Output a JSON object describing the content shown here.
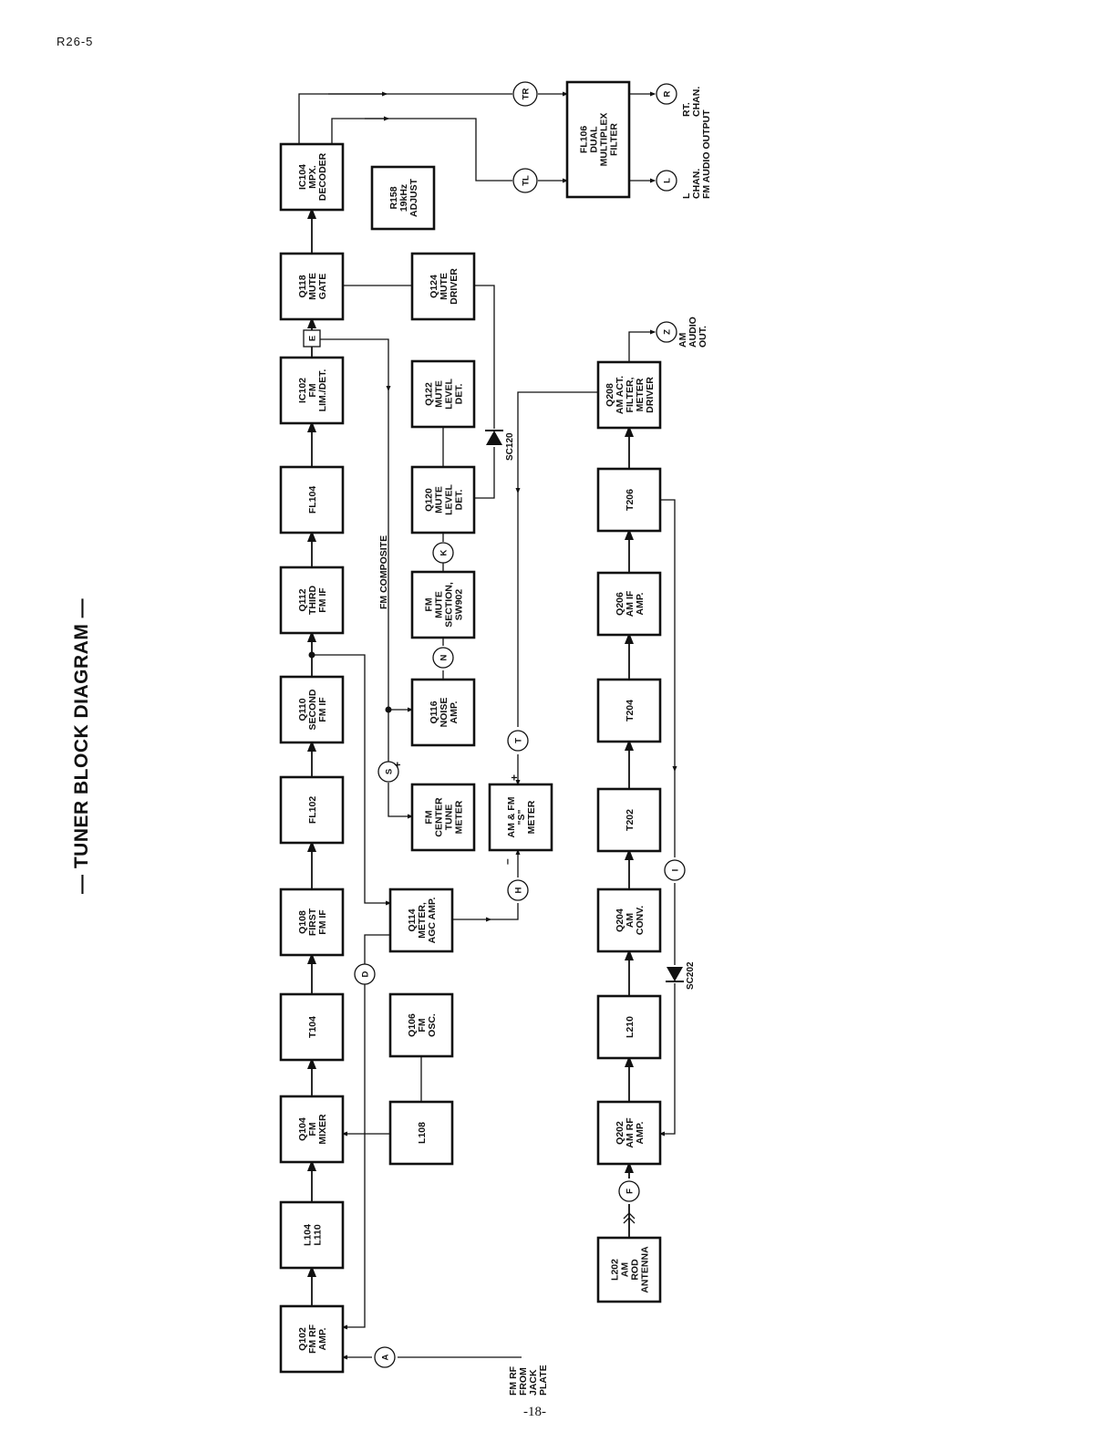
{
  "header": {
    "code": "R26-5"
  },
  "title": "— TUNER BLOCK DIAGRAM —",
  "footer": {
    "page": "-18-"
  },
  "blocks": {
    "q102": [
      "Q102",
      "FM RF",
      "AMP."
    ],
    "l104": [
      "L104",
      "L110"
    ],
    "q104": [
      "Q104",
      "FM",
      "MIXER"
    ],
    "t104": [
      "T104"
    ],
    "q108": [
      "Q108",
      "FIRST",
      "FM IF"
    ],
    "fl102": [
      "FL102"
    ],
    "q110": [
      "Q110",
      "SECOND",
      "FM IF"
    ],
    "q112": [
      "Q112",
      "THIRD",
      "FM IF"
    ],
    "fl104": [
      "FL104"
    ],
    "ic102": [
      "IC102",
      "FM",
      "LIM./DET."
    ],
    "q118": [
      "Q118",
      "MUTE",
      "GATE"
    ],
    "ic104": [
      "IC104",
      "MPX.",
      "DECODER"
    ],
    "r158": [
      "R158",
      "19kHz",
      "ADJUST"
    ],
    "fl106": [
      "FL106",
      "DUAL",
      "MULTIPLEX",
      "FILTER"
    ],
    "l108": [
      "L108"
    ],
    "q106": [
      "Q106",
      "FM",
      "OSC."
    ],
    "q114": [
      "Q114",
      "METER,",
      "AGC AMP."
    ],
    "fmcenter": [
      "FM",
      "CENTER",
      "TUNE",
      "METER"
    ],
    "q116": [
      "Q116",
      "NOISE",
      "AMP."
    ],
    "fmmute": [
      "FM",
      "MUTE",
      "SECTION,",
      "SW902"
    ],
    "q120": [
      "Q120",
      "MUTE",
      "LEVEL",
      "DET."
    ],
    "q122": [
      "Q122",
      "MUTE",
      "LEVEL",
      "DET."
    ],
    "q124": [
      "Q124",
      "MUTE",
      "DRIVER"
    ],
    "smeter": [
      "AM & FM",
      "\"S\"",
      "METER"
    ],
    "l202": [
      "L202",
      "AM",
      "ROD",
      "ANTENNA"
    ],
    "q202": [
      "Q202",
      "AM RF",
      "AMP."
    ],
    "l210": [
      "L210"
    ],
    "q204": [
      "Q204",
      "AM",
      "CONV."
    ],
    "t202": [
      "T202"
    ],
    "t204": [
      "T204"
    ],
    "q206": [
      "Q206",
      "AM IF",
      "AMP."
    ],
    "t206": [
      "T206"
    ],
    "q208": [
      "Q208",
      "AM ACT.",
      "FILTER,",
      "METER",
      "DRIVER"
    ]
  },
  "nodes": {
    "A": "A",
    "D": "D",
    "E": "E",
    "S": "S",
    "N": "N",
    "K": "K",
    "H": "H",
    "T": "T",
    "TR": "TR",
    "TL": "TL",
    "R": "R",
    "L": "L",
    "Z": "Z",
    "F": "F",
    "I": "I"
  },
  "labels": {
    "fm_rf_in": [
      "FM RF",
      "FROM",
      "JACK",
      "PLATE"
    ],
    "fm_composite": "FM COMPOSITE",
    "sc120": "SC120",
    "sc202": "SC202",
    "plus": "+",
    "minus": "–",
    "rt_chan": [
      "RT.",
      "CHAN."
    ],
    "lt_chan": [
      "L",
      "CHAN."
    ],
    "fm_audio_output": "FM AUDIO OUTPUT",
    "am_audio_out": [
      "AM",
      "AUDIO",
      "OUT."
    ]
  }
}
